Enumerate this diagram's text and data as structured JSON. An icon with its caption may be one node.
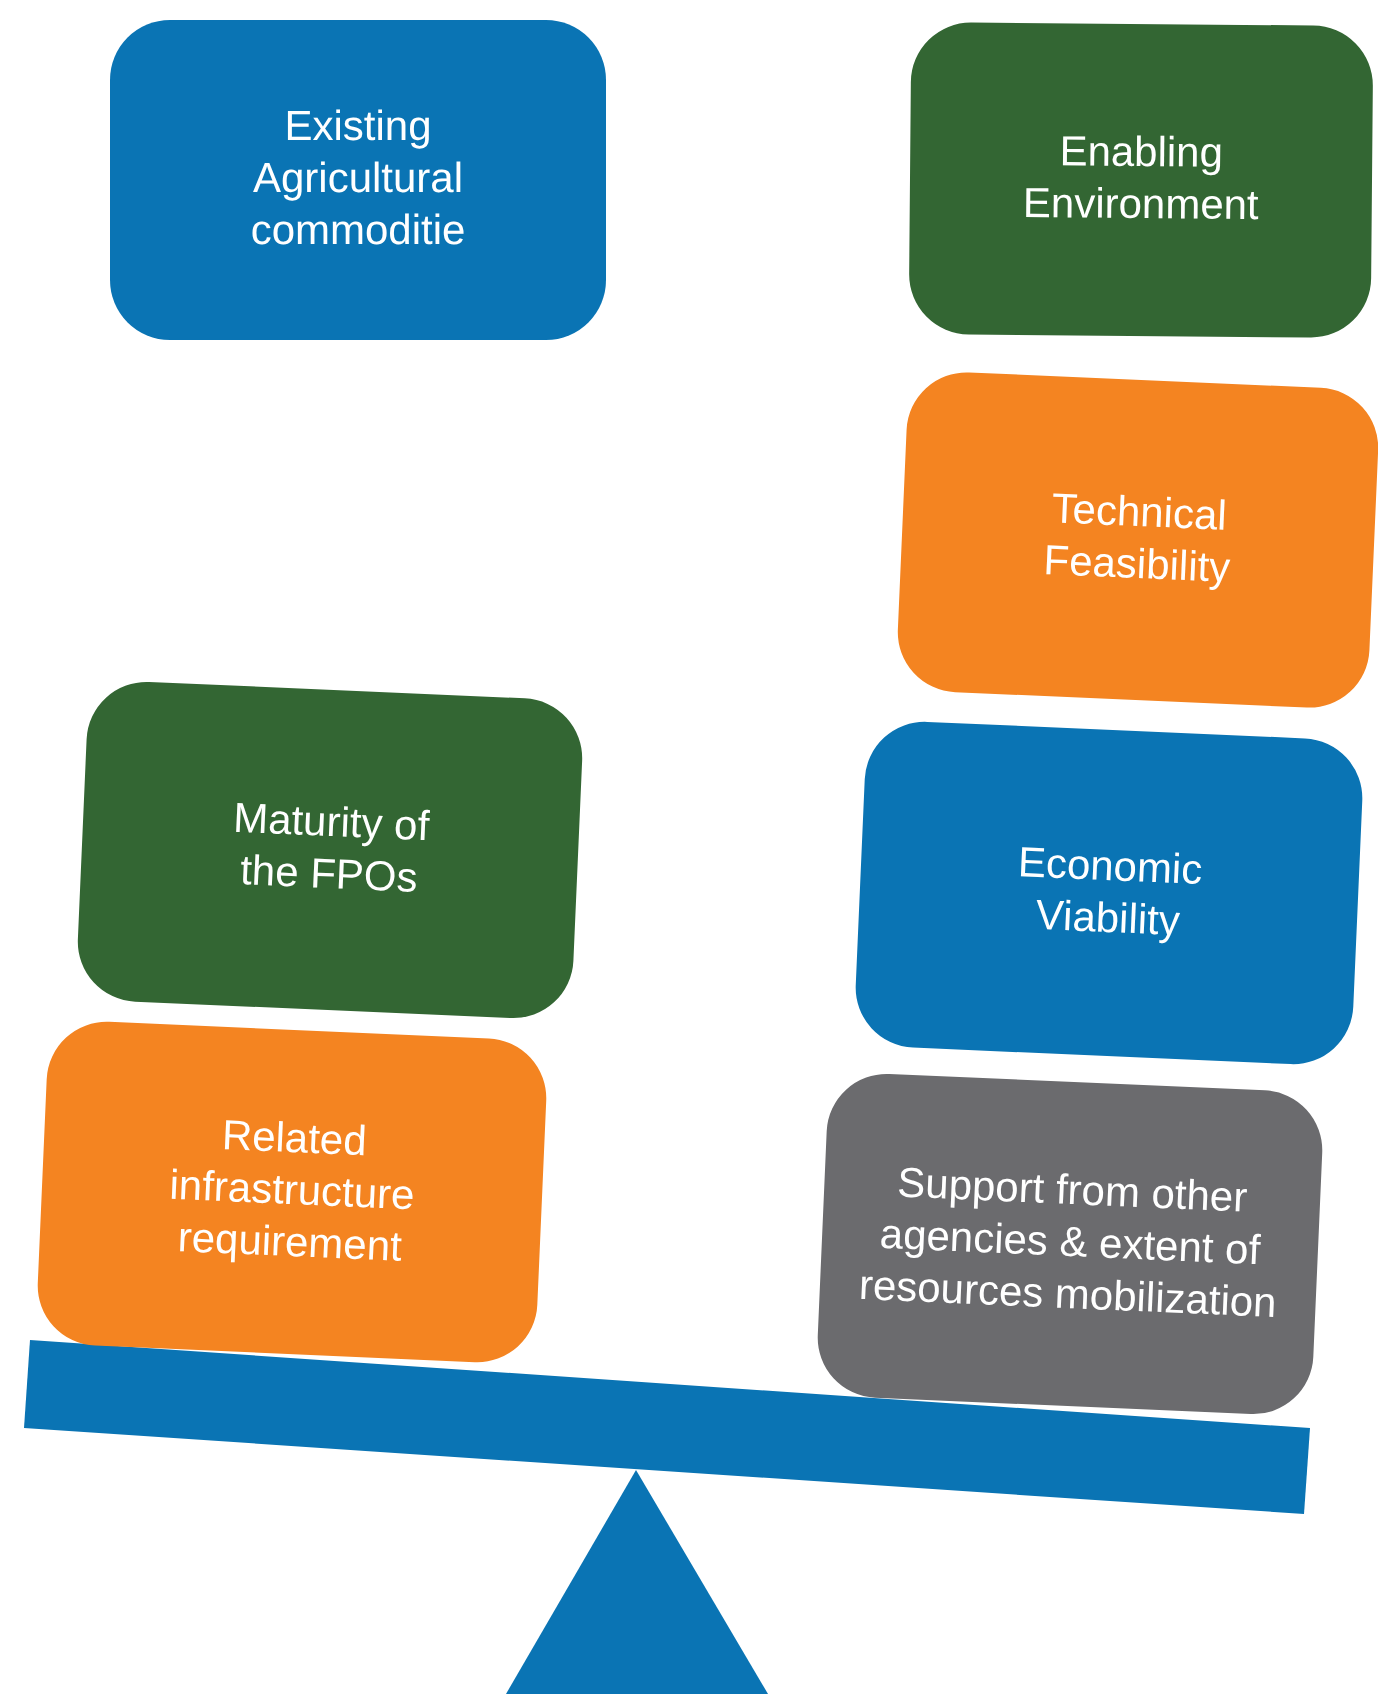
{
  "diagram": {
    "nodes": [
      {
        "text": [
          "Existing Agricultural commoditie"
        ]
      },
      {
        "text": [
          "Enabling Environment"
        ]
      },
      {
        "text": [
          "Technical Feasibility"
        ]
      },
      {
        "text": [
          "Maturity of the FPOs"
        ]
      },
      {
        "text": [
          "Economic Viability"
        ]
      },
      {
        "text": [
          "Related infrastructure requirement"
        ]
      },
      {
        "text": [
          "Support from other agencies & extent of resources mobilization"
        ]
      }
    ]
  }
}
